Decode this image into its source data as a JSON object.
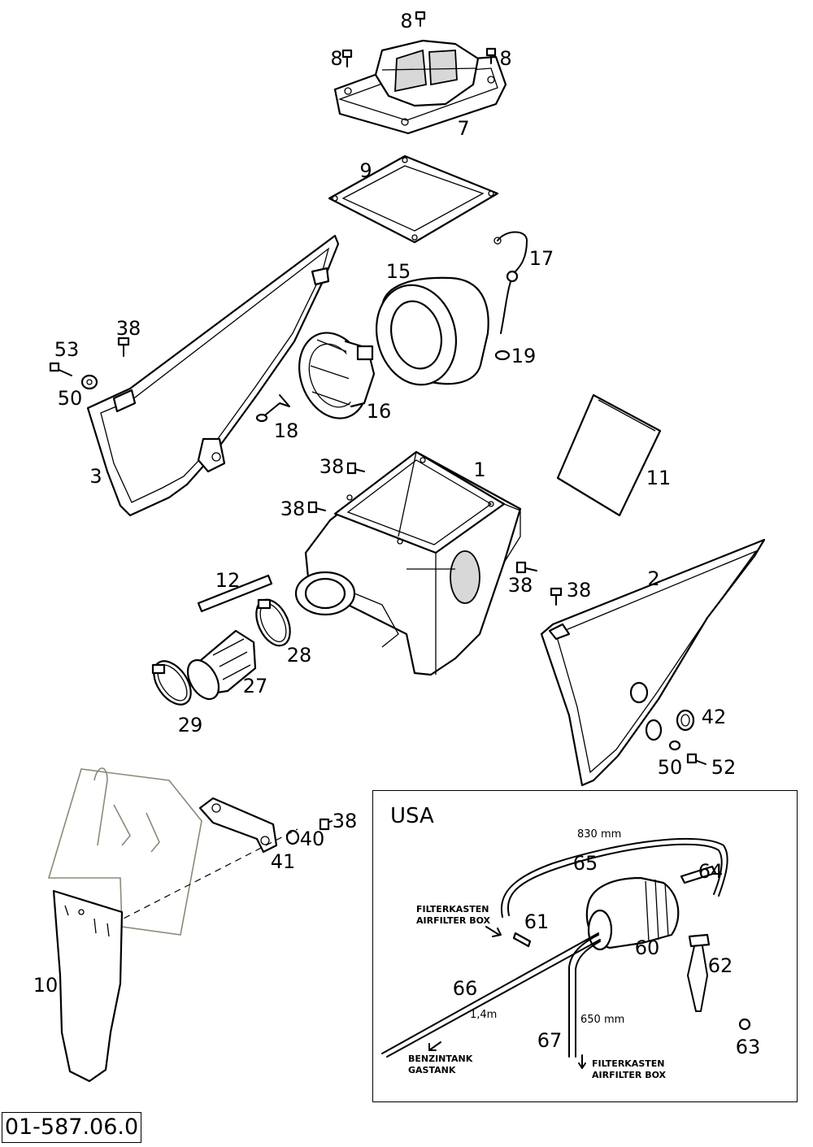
{
  "drawing_code": "01-587.06.0",
  "callouts": {
    "p8_top": "8",
    "p8_left": "8",
    "p8_right": "8",
    "p7": "7",
    "p9": "9",
    "p17": "17",
    "p15": "15",
    "p19": "19",
    "p38_a": "38",
    "p53": "53",
    "p50_a": "50",
    "p16": "16",
    "p18": "18",
    "p3": "3",
    "p38_b": "38",
    "p1": "1",
    "p11": "11",
    "p38_c": "38",
    "p12": "12",
    "p38_d": "38",
    "p38_e": "38",
    "p2": "2",
    "p28": "28",
    "p27": "27",
    "p29": "29",
    "p42": "42",
    "p50_b": "50",
    "p52": "52",
    "p38_f": "38",
    "p40": "40",
    "p41": "41",
    "p10": "10"
  },
  "usa": {
    "title": "USA",
    "len_830": "830 mm",
    "len_14": "1,4m",
    "len_650": "650 mm",
    "filterkasten_1": "FILTERKASTEN",
    "airfilter_1": "AIRFILTER BOX",
    "benzintank": "BENZINTANK",
    "gastank": "GASTANK",
    "filterkasten_2": "FILTERKASTEN",
    "airfilter_2": "AIRFILTER BOX",
    "callouts": {
      "p65": "65",
      "p64": "64",
      "p61": "61",
      "p60": "60",
      "p62": "62",
      "p66": "66",
      "p67": "67",
      "p63": "63"
    }
  }
}
